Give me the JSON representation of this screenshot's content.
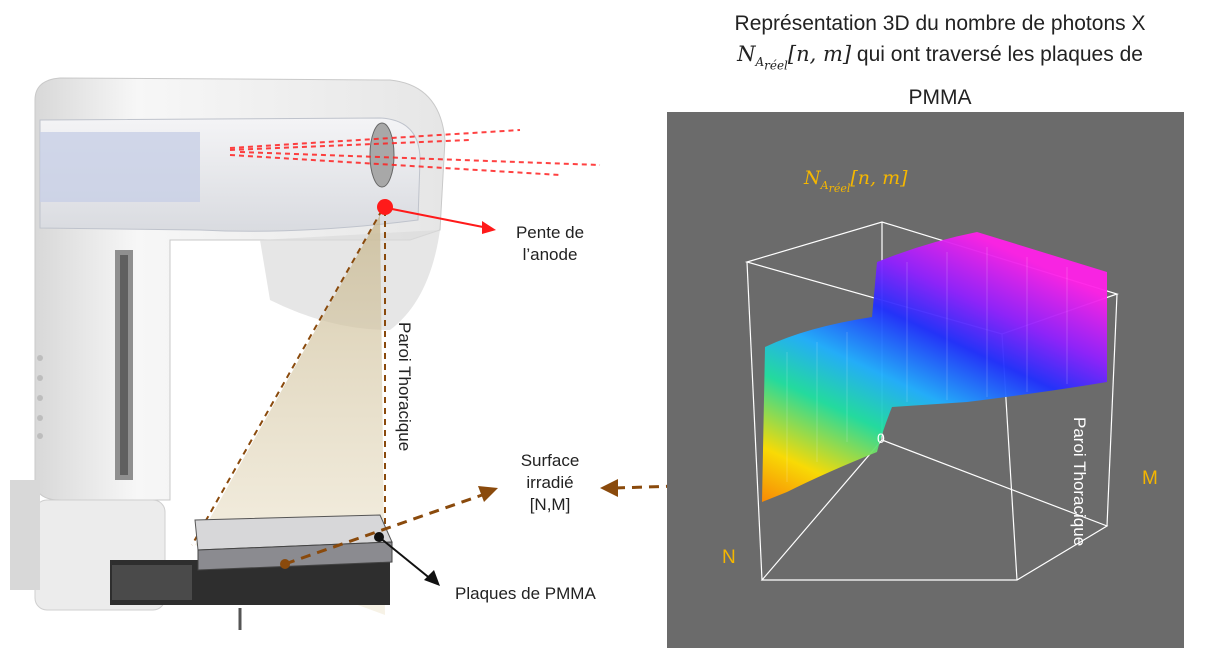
{
  "title": {
    "line1": "Représentation 3D du nombre de photons X",
    "symbol_main": "N",
    "symbol_sub": "A",
    "symbol_subsub": "réel",
    "symbol_args": "[n, m]",
    "line2_rest": " qui ont traversé les plaques de",
    "line3": "PMMA"
  },
  "labels": {
    "anode_line1": "Pente de",
    "anode_line2": "l’anode",
    "thoracic_wall_left": "Paroi Thoracique",
    "surface_line1": "Surface",
    "surface_line2": "irradié",
    "surface_line3": "[N,M]",
    "pmma_plates": "Plaques de PMMA"
  },
  "plot": {
    "z_label_main": "N",
    "z_label_sub": "A",
    "z_label_subsub": "réel",
    "z_label_args": "[n, m]",
    "axis_n": "N",
    "axis_m": "M",
    "origin": "0",
    "thoracic_wall_right": "Paroi Thoracique",
    "colors": {
      "background": "#6b6b6b",
      "axis_label": "#f5b700",
      "surface_high": "#e020e0",
      "surface_mid": "#2030ff",
      "surface_low": "#ffdd00"
    }
  },
  "arrows": {
    "anode_arrow_color": "#ff1a1a",
    "surface_arrow_color": "#8a4a0c",
    "plates_arrow_color": "#111111"
  }
}
